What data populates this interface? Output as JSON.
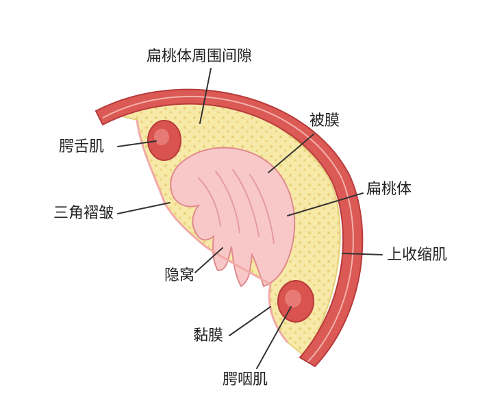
{
  "labels": {
    "peritonsillar_space": "扁桃体周围间隙",
    "capsule": "被膜",
    "palatoglossus": "腭舌肌",
    "tonsil": "扁桃体",
    "triangular_fold": "三角褶皱",
    "superior_constrictor": "上收缩肌",
    "crypts": "隐窝",
    "mucosa": "黏膜",
    "palatopharyngeus": "腭咽肌"
  },
  "colors": {
    "muscle_red": "#d9534f",
    "muscle_dark": "#b83a3a",
    "muscle_light": "#f1a7a3",
    "fat_yellow": "#f7e9a8",
    "fat_dots": "#e9d27a",
    "tonsil_pink": "#f8c8c8",
    "tonsil_edge": "#e08a8f",
    "leader_line": "#333333"
  }
}
